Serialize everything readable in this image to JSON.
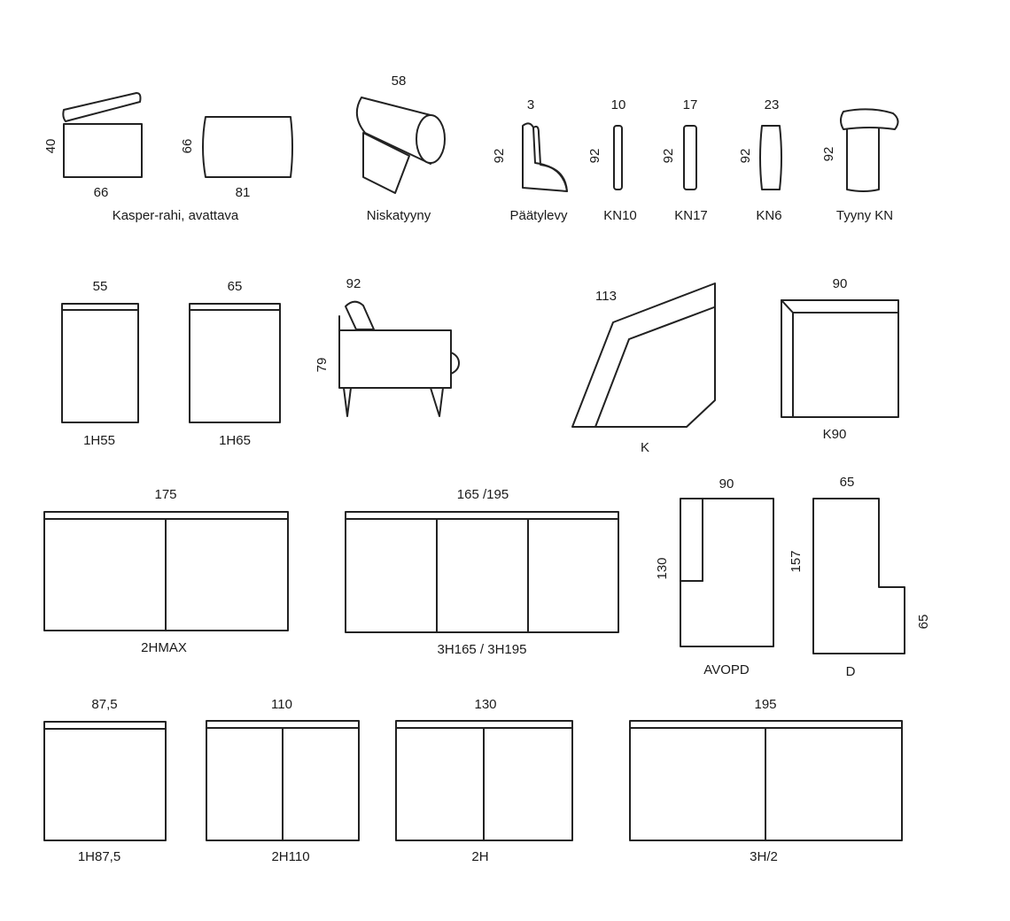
{
  "drawing": {
    "row1": {
      "rahi": {
        "height": "40",
        "width": "66",
        "width_open": "81",
        "height_open": "66",
        "label": "Kasper-rahi, avattava"
      },
      "niskatyyny": {
        "width": "58",
        "label": "Niskatyyny"
      },
      "paatylevy": {
        "thickness": "3",
        "height": "92",
        "label": "Päätylevy"
      },
      "kn10": {
        "thickness": "10",
        "height": "92",
        "label": "KN10"
      },
      "kn17": {
        "thickness": "17",
        "height": "92",
        "label": "KN17"
      },
      "kn6": {
        "thickness": "23",
        "height": "92",
        "label": "KN6"
      },
      "tyyny_kn": {
        "height": "92",
        "label": "Tyyny KN"
      }
    },
    "row2": {
      "h55": {
        "width": "55",
        "label": "1H55"
      },
      "h65": {
        "width": "65",
        "label": "1H65"
      },
      "side": {
        "width": "92",
        "height": "79"
      },
      "k": {
        "width": "113",
        "label": "K"
      },
      "k90": {
        "width": "90",
        "label": "K90"
      }
    },
    "row3": {
      "hmax": {
        "width": "175",
        "label": "2HMAX"
      },
      "h3": {
        "width": "165 /195",
        "label": "3H165 / 3H195"
      },
      "avopd": {
        "width": "90",
        "depth": "130",
        "label": "AVOPD"
      },
      "d": {
        "width": "65",
        "depth": "157",
        "depth2": "65",
        "label": "D"
      }
    },
    "row4": {
      "h875": {
        "width": "87,5",
        "label": "1H87,5"
      },
      "h110": {
        "width": "110",
        "label": "2H110"
      },
      "h130": {
        "width": "130",
        "label": "2H"
      },
      "h195": {
        "width": "195",
        "label": "3H/2"
      }
    }
  }
}
